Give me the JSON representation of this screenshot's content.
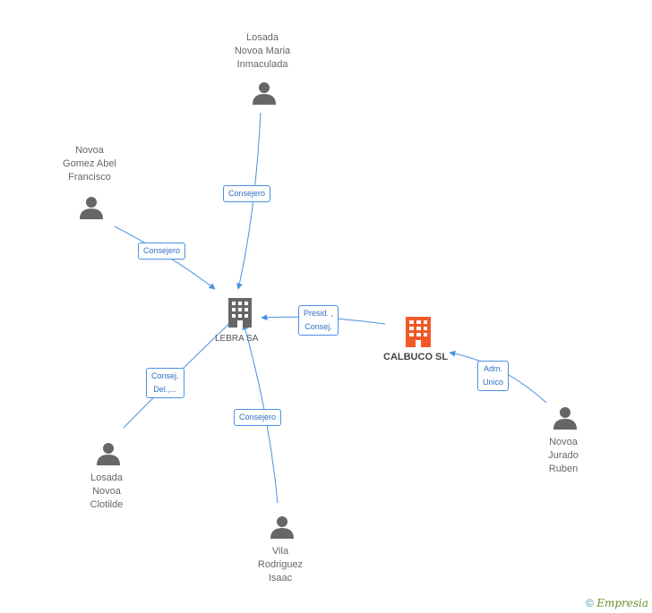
{
  "people": [
    {
      "id": "p1",
      "name": "Losada\nNovoa Maria\nInmaculada"
    },
    {
      "id": "p2",
      "name": "Novoa\nGomez Abel\nFrancisco"
    },
    {
      "id": "p3",
      "name": "Losada\nNovoa\nClotilde"
    },
    {
      "id": "p4",
      "name": "Vila\nRodriguez\nIsaac"
    },
    {
      "id": "p5",
      "name": "Novoa\nJurado\nRuben"
    }
  ],
  "companies": [
    {
      "id": "c1",
      "name": "LEBRA SA",
      "color": "#666666",
      "focus": false
    },
    {
      "id": "c2",
      "name": "CALBUCO SL",
      "color": "#f05a28",
      "focus": true
    }
  ],
  "edges": [
    {
      "id": "e1",
      "label": "Consejero"
    },
    {
      "id": "e2",
      "label": "Consejero"
    },
    {
      "id": "e3",
      "label": "Consej.\nDel.,..."
    },
    {
      "id": "e4",
      "label": "Consejero"
    },
    {
      "id": "e5",
      "label": "Presid. ,\nConsej."
    },
    {
      "id": "e6",
      "label": "Adm.\nUnico"
    }
  ],
  "footer": {
    "copyright": "©",
    "brand": "Empresia"
  },
  "colors": {
    "edge": "#4a90e2",
    "person": "#666666"
  }
}
